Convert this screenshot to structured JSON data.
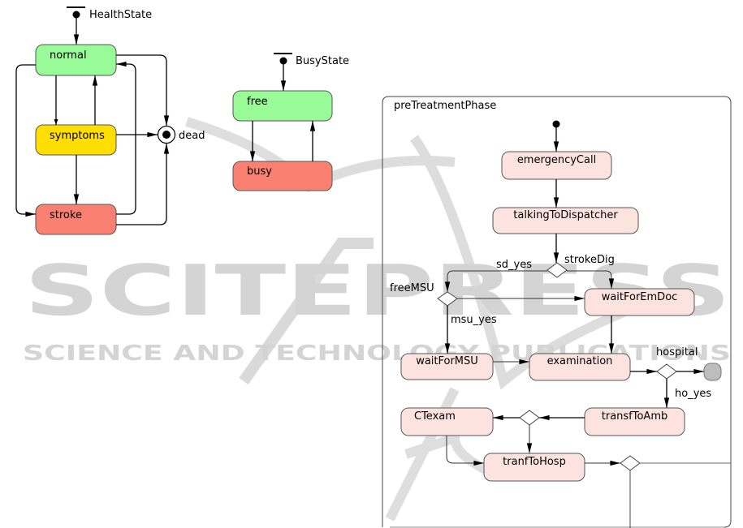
{
  "watermark": {
    "main": "SCITEPRESS",
    "sub": "SCIENCE AND TECHNOLOGY PUBLICATIONS",
    "color": "#d2d2d2"
  },
  "colors": {
    "green_state": "#98fb98",
    "yellow_state": "#ffde00",
    "red_state": "#fa8072",
    "activity_fill": "#fde3e0",
    "final_fill": "#bdbdbd"
  },
  "health_state": {
    "title": "HealthState",
    "states": [
      {
        "id": "normal",
        "label": "normal",
        "color": "green"
      },
      {
        "id": "symptoms",
        "label": "symptoms",
        "color": "yellow"
      },
      {
        "id": "stroke",
        "label": "stroke",
        "color": "red"
      }
    ],
    "final": {
      "label": "dead"
    }
  },
  "busy_state": {
    "title": "BusyState",
    "states": [
      {
        "id": "free",
        "label": "free",
        "color": "green"
      },
      {
        "id": "busy",
        "label": "busy",
        "color": "red"
      }
    ]
  },
  "pre_treatment": {
    "title": "preTreatmentPhase",
    "activities": [
      {
        "id": "emergencyCall",
        "label": "emergencyCall"
      },
      {
        "id": "talkingToDispatcher",
        "label": "talkingToDispatcher"
      },
      {
        "id": "waitForEmDoc",
        "label": "waitForEmDoc"
      },
      {
        "id": "waitForMSU",
        "label": "waitForMSU"
      },
      {
        "id": "examination",
        "label": "examination"
      },
      {
        "id": "transfToAmb",
        "label": "transfToAmb"
      },
      {
        "id": "CTexam",
        "label": "CTexam"
      },
      {
        "id": "tranfToHosp",
        "label": "tranfToHosp"
      }
    ],
    "decisions": [
      {
        "id": "strokeDig",
        "label": "strokeDig"
      },
      {
        "id": "freeMSU",
        "label": "freeMSU"
      },
      {
        "id": "hospital",
        "label": "hospital"
      }
    ],
    "guards": {
      "sd_yes": "sd_yes",
      "msu_yes": "msu_yes",
      "ho_yes": "ho_yes"
    }
  }
}
